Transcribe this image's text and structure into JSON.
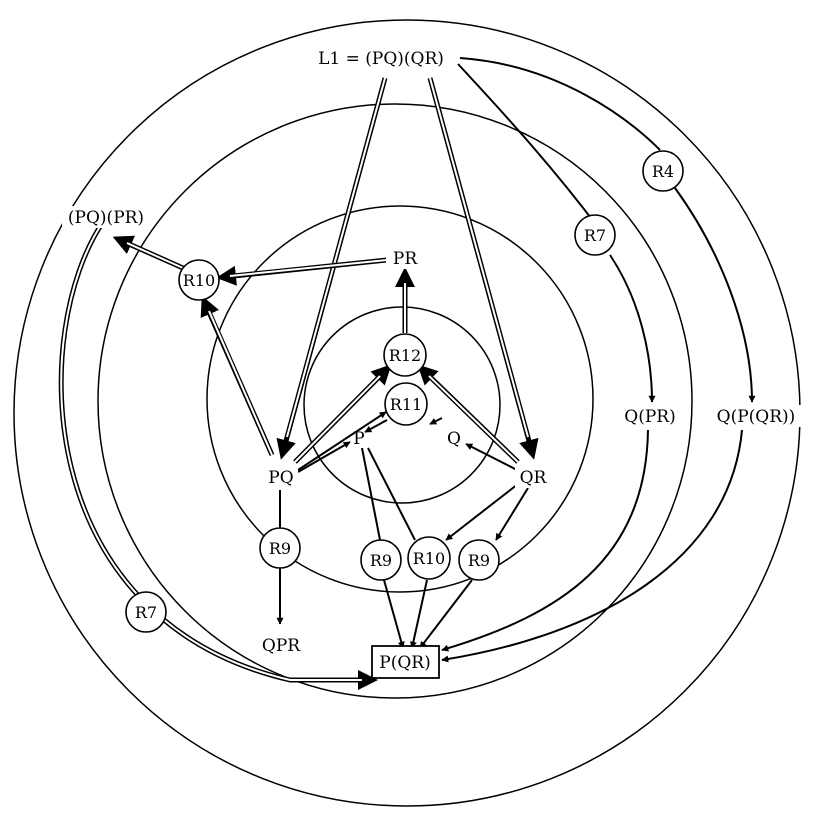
{
  "labels": {
    "l1": "L1 = (PQ)(QR)",
    "pq_pr": "(PQ)(PR)",
    "pr": "PR",
    "pq": "PQ",
    "qr": "QR",
    "p": "P",
    "q": "Q",
    "qpr": "QPR",
    "q_pr": "Q(PR)",
    "q_p_qr": "Q(P(QR))",
    "result": "P(QR)"
  },
  "rules": {
    "r10_top": "R10",
    "r12": "R12",
    "r11": "R11",
    "r9_left": "R9",
    "r9_mid": "R9",
    "r10_mid": "R10",
    "r9_right": "R9",
    "r7_right": "R7",
    "r4": "R4",
    "r7_left": "R7"
  }
}
